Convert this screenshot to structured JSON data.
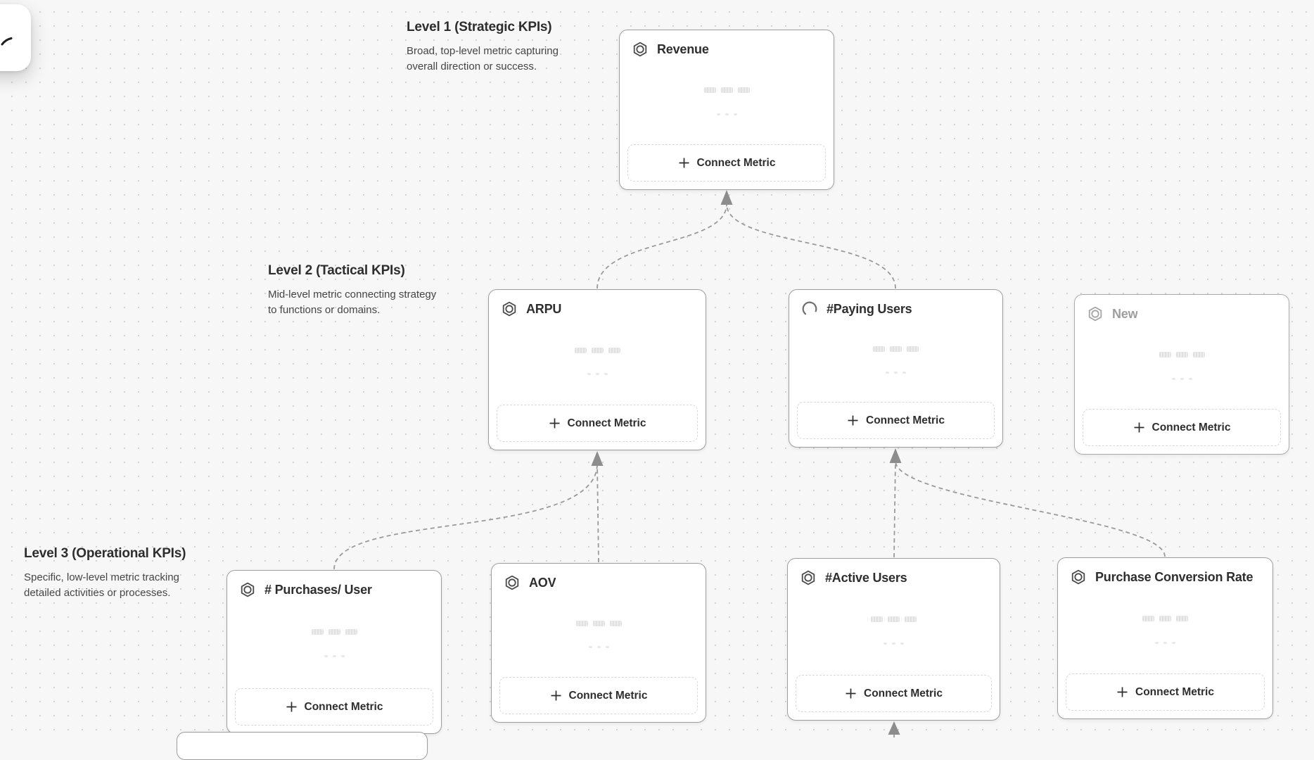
{
  "colors": {
    "canvas_bg": "#f7f7f7",
    "dot_grid": "#d2d2d2",
    "card_bg": "#ffffff",
    "card_border": "#9e9e9e",
    "title_text": "#2e2e2e",
    "muted_title_text": "#9e9e9e",
    "body_text": "#454545",
    "connector": "#9a9a9a",
    "arrowhead": "#8d8d8d",
    "skeleton_bar": "#e4e4e4",
    "button_border": "#d9d9d9"
  },
  "levels": [
    {
      "title": "Level 1 (Strategic KPIs)",
      "description": "Broad, top-level metric capturing overall direction or success."
    },
    {
      "title": "Level 2 (Tactical KPIs)",
      "description": "Mid-level metric connecting strategy to functions or domains."
    },
    {
      "title": "Level 3 (Operational KPIs)",
      "description": "Specific, low-level metric tracking detailed activities or processes."
    }
  ],
  "cards": [
    {
      "title": "Revenue",
      "icon": "metric-hexagon-icon",
      "button_label": "Connect Metric",
      "level": 1
    },
    {
      "title": "ARPU",
      "icon": "metric-hexagon-icon",
      "button_label": "Connect Metric",
      "level": 2
    },
    {
      "title": "#Paying Users",
      "icon": "loading-spinner-icon",
      "button_label": "Connect Metric",
      "level": 2
    },
    {
      "title": "New",
      "icon": "metric-hexagon-icon",
      "button_label": "Connect Metric",
      "level": 2,
      "state": "new-unsaved"
    },
    {
      "title": "# Purchases/ User",
      "icon": "metric-hexagon-icon",
      "button_label": "Connect Metric",
      "level": 3
    },
    {
      "title": "AOV",
      "icon": "metric-hexagon-icon",
      "button_label": "Connect Metric",
      "level": 3
    },
    {
      "title": "#Active Users",
      "icon": "metric-hexagon-icon",
      "button_label": "Connect Metric",
      "level": 3
    },
    {
      "title": "Purchase Conversion Rate",
      "icon": "metric-hexagon-icon",
      "button_label": "Connect Metric",
      "level": 3
    }
  ]
}
